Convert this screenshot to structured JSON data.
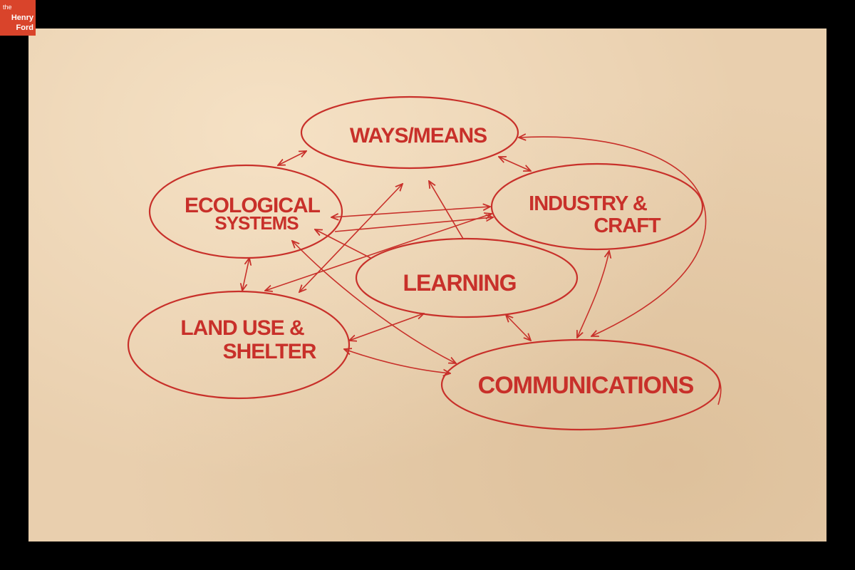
{
  "logo": {
    "line1": "the",
    "line2": "Henry",
    "line3": "Ford"
  },
  "nodes": {
    "ways_means": "WAYS/MEANS",
    "ecological": [
      "ECOLOGICAL",
      "SYSTEMS"
    ],
    "industry": [
      "INDUSTRY &",
      "CRAFT"
    ],
    "learning": "LEARNING",
    "land_use": [
      "LAND USE &",
      "SHELTER"
    ],
    "communications": "COMMUNICATIONS"
  },
  "colors": {
    "ink": "#c8302a",
    "paper": "#e9cfae",
    "border": "#000000",
    "logo": "#d9442b"
  }
}
